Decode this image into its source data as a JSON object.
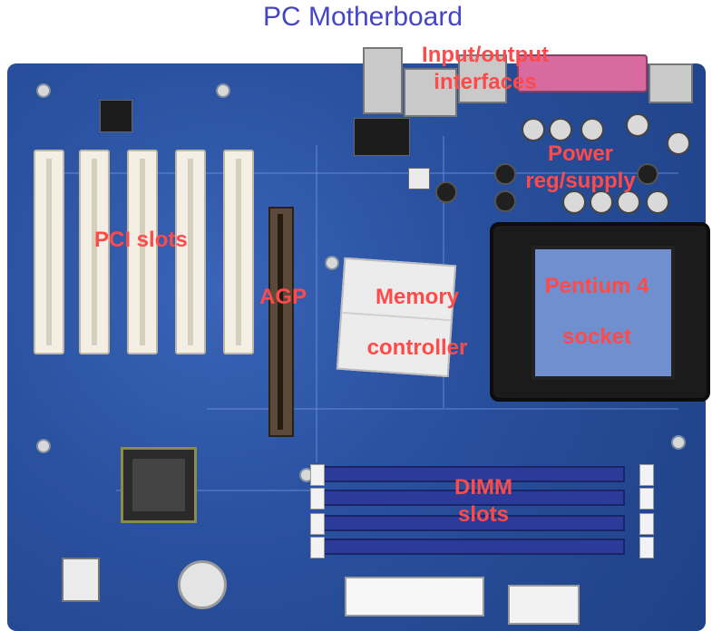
{
  "title": "PC Motherboard",
  "labels": {
    "io": [
      "Input/output",
      "interfaces"
    ],
    "power": [
      "Power",
      "reg/supply"
    ],
    "pci": "PCI slots",
    "agp": "AGP",
    "memory": [
      "Memory",
      "controller"
    ],
    "pentium": [
      "Pentium 4",
      "socket"
    ],
    "dimm": [
      "DIMM",
      "slots"
    ]
  },
  "colors": {
    "title": "#4545c8",
    "label": "#ff4a4a",
    "board": "#2a519f"
  }
}
